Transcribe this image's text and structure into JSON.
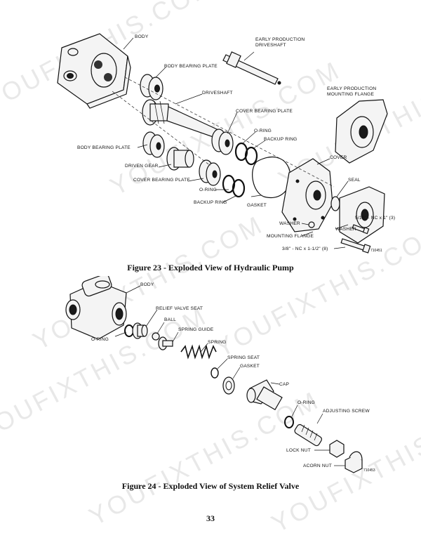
{
  "watermark": "YOUFIXTHIS.COM",
  "figure23": {
    "caption": "Figure 23 - Exploded View of Hydraulic Pump",
    "labels": {
      "body": "BODY",
      "early_driveshaft_1": "EARLY PRODUCTION",
      "early_driveshaft_2": "DRIVESHAFT",
      "body_bearing_plate_top": "BODY BEARING PLATE",
      "early_flange_1": "EARLY PRODUCTION",
      "early_flange_2": "MOUNTING FLANGE",
      "driveshaft": "DRIVESHAFT",
      "cover_bearing_plate_top": "COVER BEARING PLATE",
      "o_ring_top": "O-RING",
      "backup_ring_top": "BACKUP RING",
      "body_bearing_plate_left": "BODY BEARING PLATE",
      "driven_gear": "DRIVEN GEAR",
      "cover_bearing_plate_left": "COVER BEARING PLATE",
      "cover": "COVER",
      "seal": "SEAL",
      "o_ring_bottom": "O-RING",
      "backup_ring_bottom": "BACKUP RING",
      "gasket": "GASKET",
      "bolt_small": "5/16\" - NC x 1\" (3)",
      "washer_left": "WASHER",
      "washer_right": "WASHER",
      "mounting_flange": "MOUNTING FLANGE",
      "bolt_large": "3/8\" - NC x 1-1/2\" (8)",
      "ref_number": "710451"
    }
  },
  "figure24": {
    "caption": "Figure 24 - Exploded View of System Relief Valve",
    "labels": {
      "body": "BODY",
      "relief_valve_seat": "RELIEF VALVE SEAT",
      "ball": "BALL",
      "o_ring_left": "O-RING",
      "spring_guide": "SPRING GUIDE",
      "spring": "SPRING",
      "spring_seat": "SPRING SEAT",
      "gasket": "GASKET",
      "cap": "CAP",
      "o_ring_right": "O-RING",
      "adjusting_screw": "ADJUSTING SCREW",
      "lock_nut": "LOCK NUT",
      "acorn_nut": "ACORN NUT",
      "ref_number": "710453"
    }
  },
  "page_number": "33"
}
